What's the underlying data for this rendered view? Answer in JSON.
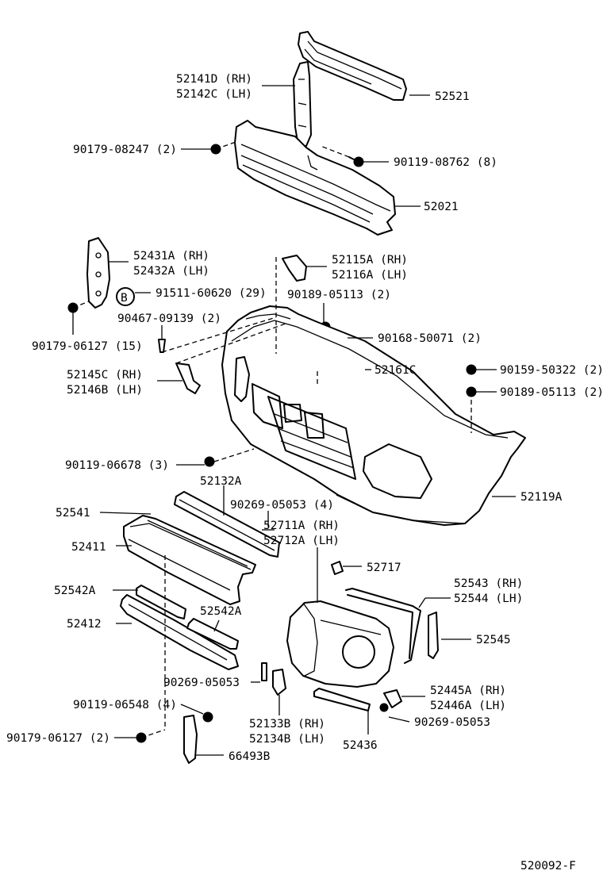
{
  "diagram": {
    "callouts": {
      "p52141d": "52141D (RH)",
      "p52142c": "52142C (LH)",
      "p52521": "52521",
      "p90179_08247": "90179-08247 (2)",
      "p90119_08762": "90119-08762 (8)",
      "p52021": "52021",
      "p52431a": "52431A (RH)",
      "p52432a": "52432A (LH)",
      "ref_b": "B",
      "p91511_60620": "91511-60620 (29)",
      "p90179_06127_15": "90179-06127 (15)",
      "p90467_09139": "90467-09139 (2)",
      "p52145c": "52145C (RH)",
      "p52146b": "52146B (LH)",
      "p52115a": "52115A (RH)",
      "p52116a": "52116A (LH)",
      "p90189_05113_a": "90189-05113 (2)",
      "p90168_50071": "90168-50071 (2)",
      "p52161c": "52161C",
      "p90159_50322": "90159-50322 (2)",
      "p90189_05113_b": "90189-05113 (2)",
      "p90119_06678": "90119-06678 (3)",
      "p52119a": "52119A",
      "p52132a": "52132A",
      "p52541": "52541",
      "p90269_05053_4": "90269-05053 (4)",
      "p52711a": "52711A (RH)",
      "p52712a": "52712A (LH)",
      "p52411": "52411",
      "p52717": "52717",
      "p52542a_1": "52542A",
      "p52543": "52543 (RH)",
      "p52544": "52544 (LH)",
      "p52542a_2": "52542A",
      "p52412": "52412",
      "p52545": "52545",
      "p90269_05053_a": "90269-05053",
      "p52445a": "52445A (RH)",
      "p52446a": "52446A (LH)",
      "p90119_06548": "90119-06548 (4)",
      "p90269_05053_b": "90269-05053",
      "p52133b": "52133B (RH)",
      "p52134b": "52134B (LH)",
      "p52436": "52436",
      "p90179_06127_2": "90179-06127 (2)",
      "p66493b": "66493B"
    },
    "drawing_number": "520092-F"
  }
}
